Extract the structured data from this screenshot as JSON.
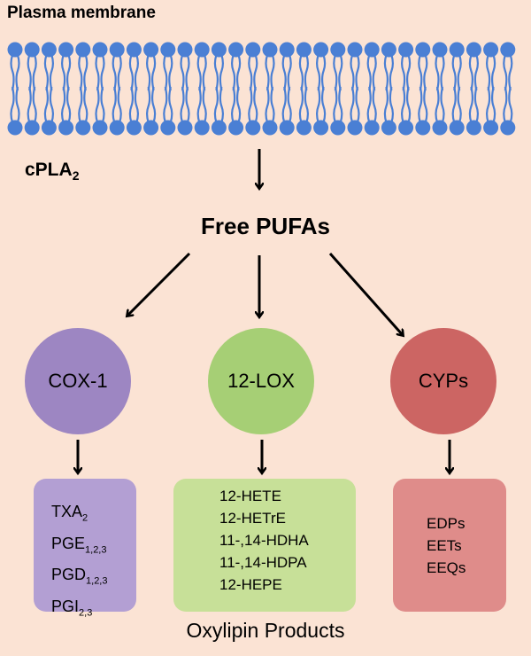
{
  "membrane": {
    "label": "Plasma membrane"
  },
  "enzyme_top": {
    "label": "cPLA",
    "sub": "2"
  },
  "substrate": {
    "label": "Free PUFAs"
  },
  "colors": {
    "background": "#fbe3d4",
    "lipid": "#4a7fd4",
    "cox1_circle": "#9d86c2",
    "cox1_box": "#b39fd3",
    "lox_circle": "#a6cf75",
    "lox_box": "#c7e098",
    "cyp_circle": "#cc6563",
    "cyp_box": "#df8c8a"
  },
  "pathways": [
    {
      "enzyme": "COX-1",
      "products": [
        {
          "base": "TXA",
          "sub": "2"
        },
        {
          "base": "PGE",
          "sub": "1,2,3"
        },
        {
          "base": "PGD",
          "sub": "1,2,3"
        },
        {
          "base": "PGI",
          "sub": "2,3"
        }
      ]
    },
    {
      "enzyme": "12-LOX",
      "products": [
        {
          "base": "12-HETE",
          "sub": ""
        },
        {
          "base": "12-HETrE",
          "sub": ""
        },
        {
          "base": "11-,14-HDHA",
          "sub": ""
        },
        {
          "base": "11-,14-HDPA",
          "sub": ""
        },
        {
          "base": "12-HEPE",
          "sub": ""
        }
      ]
    },
    {
      "enzyme": "CYPs",
      "products": [
        {
          "base": "EDPs",
          "sub": ""
        },
        {
          "base": "EETs",
          "sub": ""
        },
        {
          "base": "EEQs",
          "sub": ""
        }
      ]
    }
  ],
  "footer": "Oxylipin Products"
}
